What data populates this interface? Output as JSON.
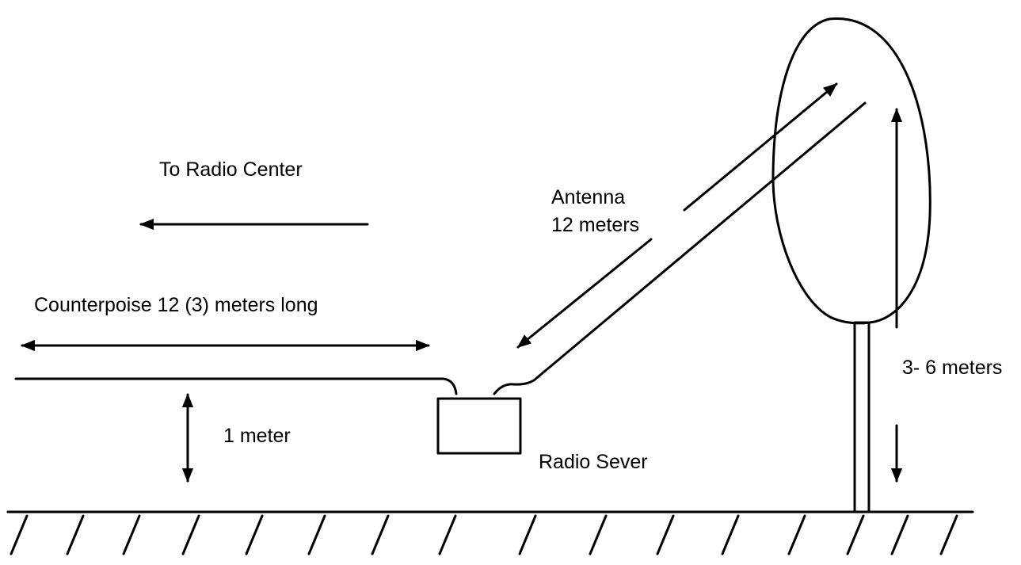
{
  "labels": {
    "to_radio_center": "To Radio Center",
    "antenna_line1": "Antenna",
    "antenna_line2": "12 meters",
    "counterpoise": "Counterpoise 12 (3) meters long",
    "one_meter": "1 meter",
    "radio_sever": "Radio Sever",
    "tree_height": "3- 6 meters"
  },
  "colors": {
    "ink": "#000000",
    "background": "#ffffff"
  }
}
